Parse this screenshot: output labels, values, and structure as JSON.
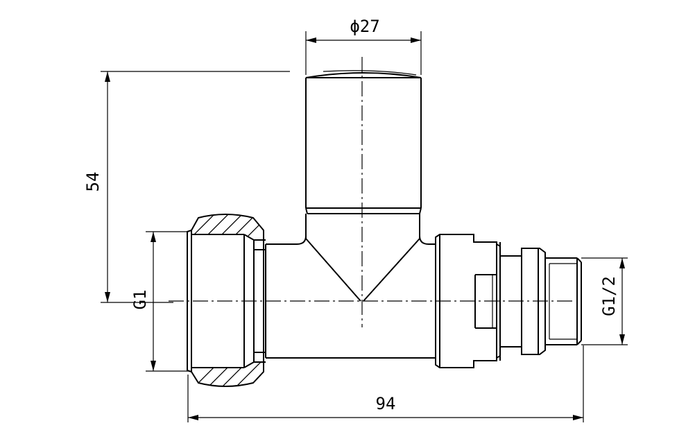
{
  "dimensions": {
    "top_diameter": "ϕ27",
    "height": "54",
    "left_thread": "G1",
    "right_thread": "G1/2",
    "length": "94"
  },
  "colors": {
    "line": "#000000",
    "background": "#ffffff"
  }
}
